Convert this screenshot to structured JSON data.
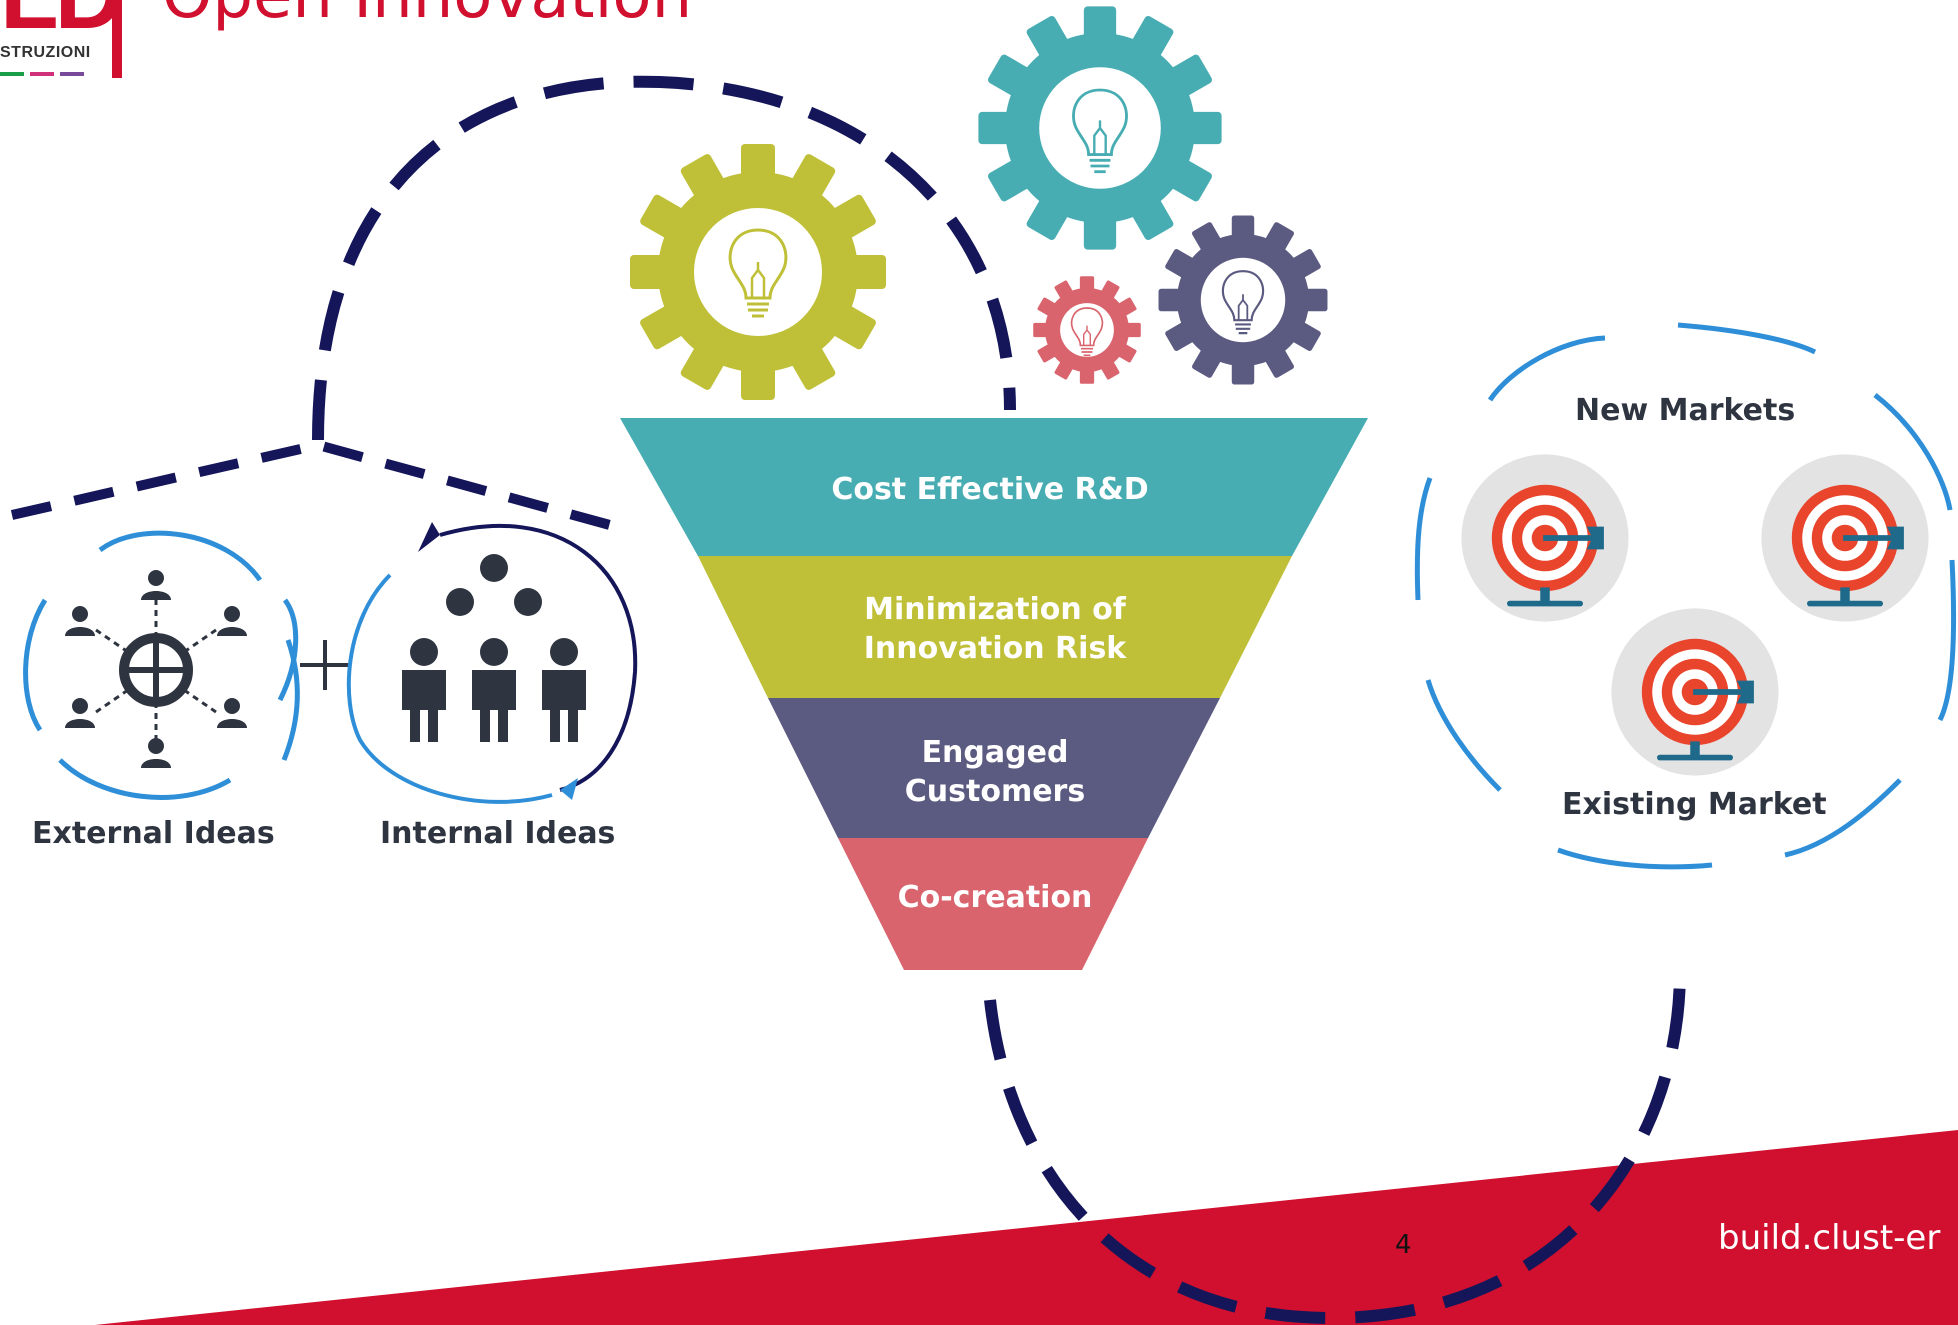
{
  "header": {
    "logo_text": "LD",
    "logo_subtext": "STRUZIONI",
    "title": "Open Innovation"
  },
  "diagram": {
    "funnel": [
      {
        "label": "Cost Effective R&D",
        "color": "#47adb2"
      },
      {
        "label": "Minimization of Innovation Risk",
        "color": "#bfc038"
      },
      {
        "label": "Engaged Customers",
        "color": "#5b5a80"
      },
      {
        "label": "Co-creation",
        "color": "#d9646d"
      }
    ],
    "left": {
      "external_label": "External Ideas",
      "internal_label": "Internal Ideas",
      "plus": "+"
    },
    "right": {
      "new_markets_label": "New Markets",
      "existing_market_label": "Existing Market"
    },
    "gear_colors": [
      "#bfc038",
      "#47adb2",
      "#d9646d",
      "#5b5a80"
    ],
    "icons": [
      "lightbulb-icon",
      "globe-network-icon",
      "people-group-icon",
      "target-icon"
    ],
    "dash_color": "#15165a",
    "accent_blue": "#2e8fd8"
  },
  "footer": {
    "url": "build.clust-er",
    "page_number": "4",
    "band_color": "#d0102e"
  }
}
